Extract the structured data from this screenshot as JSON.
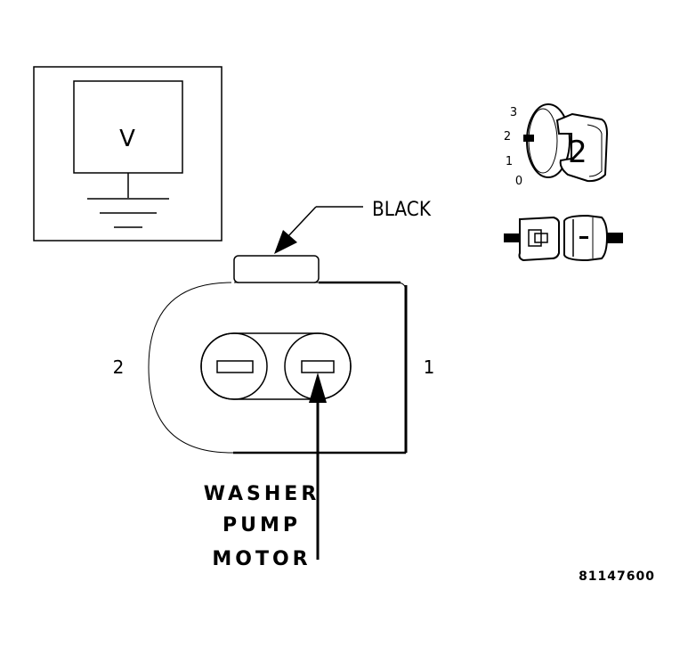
{
  "voltmeter": {
    "symbol": "V"
  },
  "connector": {
    "color_label": "BLACK",
    "pin_left": "2",
    "pin_right": "1"
  },
  "circuit_label": {
    "line1": "WASHER",
    "line2": "PUMP",
    "line3": "MOTOR"
  },
  "ignition": {
    "positions": [
      "3",
      "2",
      "1",
      "0"
    ],
    "key_position": "2"
  },
  "figure_id": "81147600",
  "colors": {
    "ink": "#000000",
    "paper": "#ffffff"
  }
}
